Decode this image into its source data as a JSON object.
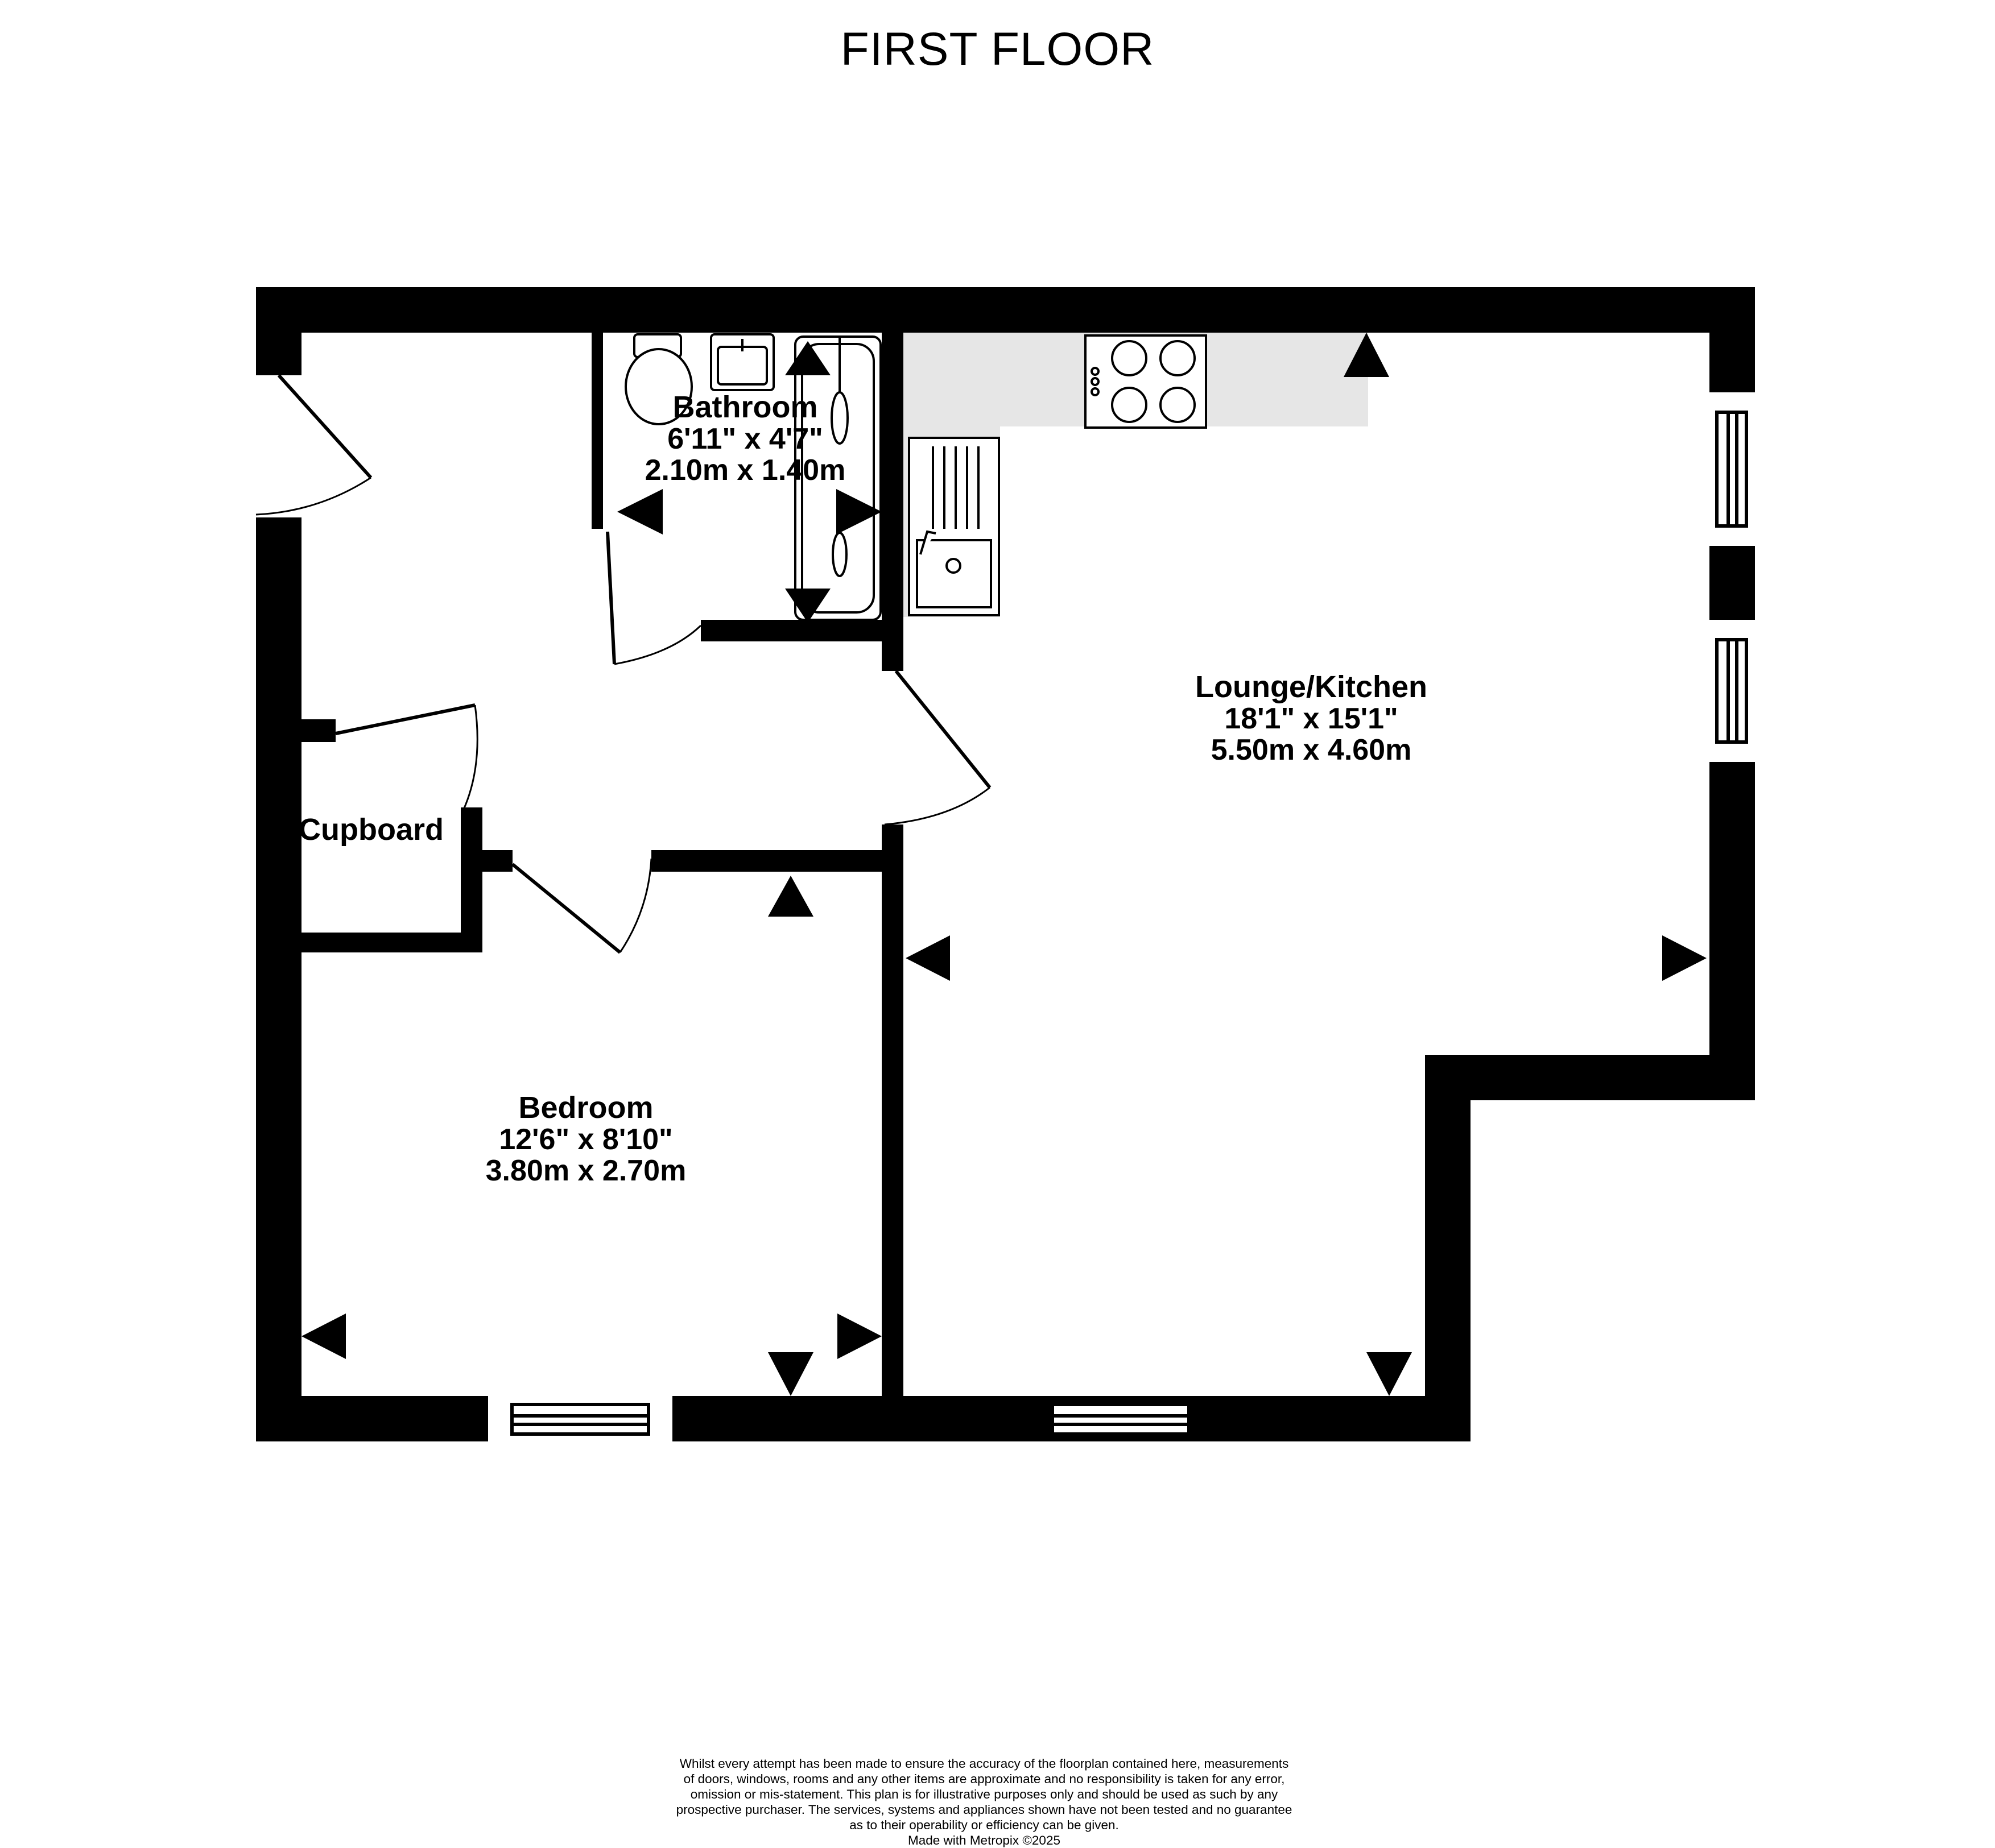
{
  "title": "FIRST FLOOR",
  "rooms": {
    "bathroom": {
      "name": "Bathroom",
      "imperial": "6'11\"  x 4'7\"",
      "metric": "2.10m  x 1.40m"
    },
    "lounge": {
      "name": "Lounge/Kitchen",
      "imperial": "18'1\"  x 15'1\"",
      "metric": "5.50m  x 4.60m"
    },
    "bedroom": {
      "name": "Bedroom",
      "imperial": "12'6\"  x 8'10\"",
      "metric": "3.80m  x 2.70m"
    },
    "cupboard": {
      "name": "Cupboard"
    }
  },
  "disclaimer": {
    "lines": [
      "Whilst every attempt has been made to ensure the accuracy of the floorplan contained here, measurements",
      "of doors, windows, rooms and any other items are approximate and no responsibility is taken for any error,",
      "omission or mis-statement. This plan is for illustrative purposes only and should be used as such by any",
      "prospective purchaser. The services, systems and appliances shown have not been tested and no guarantee",
      "as to their operability or efficiency can be given."
    ],
    "credit": "Made with Metropix ©2025"
  },
  "colors": {
    "wall": "#000000",
    "counter": "#e6e6e6",
    "background": "#ffffff"
  },
  "icons": [
    "toilet-icon",
    "basin-icon",
    "bath-icon",
    "hob-icon",
    "sink-icon",
    "door-icon",
    "window-icon",
    "arrow-icon"
  ]
}
